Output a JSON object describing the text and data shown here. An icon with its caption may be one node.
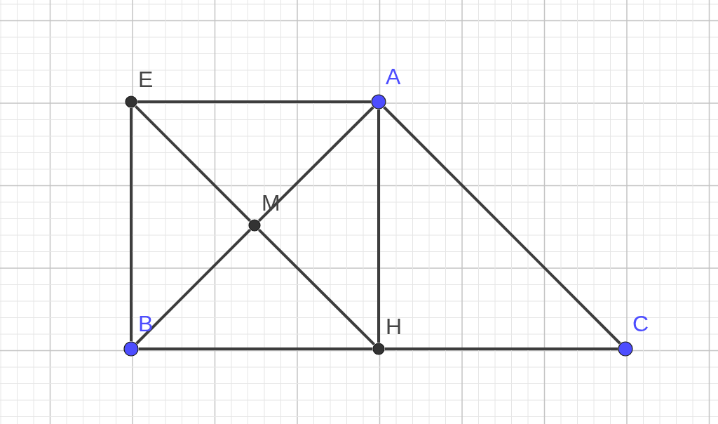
{
  "diagram": {
    "nodes": [
      {
        "text": [],
        "shape": "circle",
        "beside": [
          "E"
        ]
      },
      {
        "text": [],
        "shape": "circle",
        "beside": [
          "A"
        ]
      },
      {
        "text": [],
        "shape": "circle",
        "beside": [
          "M"
        ]
      },
      {
        "text": [],
        "shape": "circle",
        "beside": [
          "B"
        ]
      },
      {
        "text": [],
        "shape": "circle",
        "beside": [
          "H"
        ]
      },
      {
        "text": [],
        "shape": "circle",
        "beside": [
          "C"
        ]
      }
    ],
    "edges": [
      {
        "from": 0,
        "to": 1,
        "arrow": "none"
      },
      {
        "from": 1,
        "to": 2,
        "arrow": "none"
      },
      {
        "from": 2,
        "to": 3,
        "arrow": "none"
      },
      {
        "from": 0,
        "to": 2,
        "arrow": "none"
      },
      {
        "from": 2,
        "to": 4,
        "arrow": "none"
      },
      {
        "from": 0,
        "to": 3,
        "arrow": "none"
      },
      {
        "from": 1,
        "to": 4,
        "arrow": "none"
      },
      {
        "from": 1,
        "to": 5,
        "arrow": "none"
      },
      {
        "from": 3,
        "to": 4,
        "arrow": "none"
      },
      {
        "from": 4,
        "to": 5,
        "arrow": "none"
      }
    ]
  }
}
